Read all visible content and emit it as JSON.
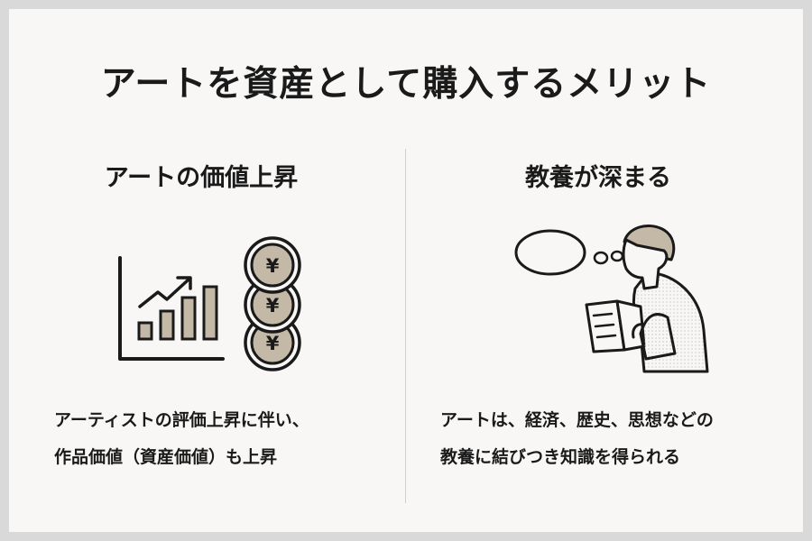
{
  "title": "アートを資産として購入するメリット",
  "left": {
    "heading": "アートの価値上昇",
    "coin_symbol": "¥",
    "lines": [
      "アーティストの評価上昇に伴い、",
      "作品価値（資産価値）も上昇"
    ],
    "icons": [
      "rising-bar-chart-icon",
      "yen-coin-stack-icon"
    ]
  },
  "right": {
    "heading": "教養が深まる",
    "lines": [
      "アートは、経済、歴史、思想などの",
      "教養に結びつき知識を得られる"
    ],
    "icons": [
      "thought-bubble-icon",
      "person-reading-book-icon"
    ]
  },
  "colors": {
    "background": "#f8f7f5",
    "frame": "#d9d9d9",
    "accent": "#c3b9a6",
    "ink": "#1a1a1a"
  }
}
